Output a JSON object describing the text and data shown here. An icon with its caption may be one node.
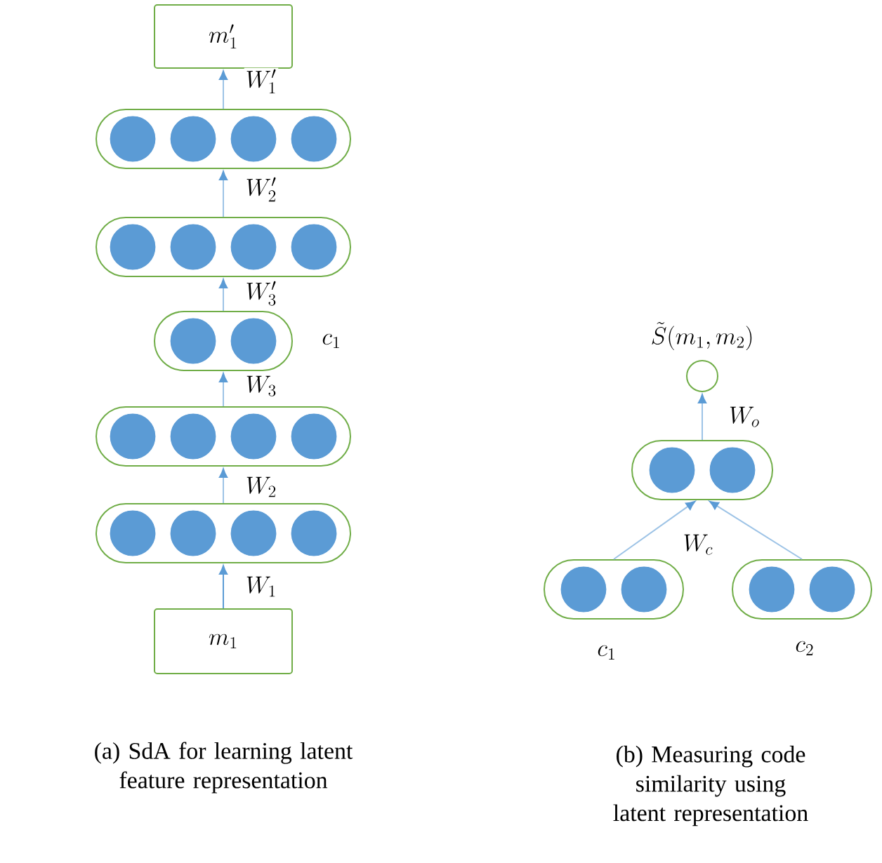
{
  "diagram": {
    "nodes": [
      {
        "text": [
          "m'_1"
        ]
      },
      {
        "text": [],
        "shape": "box"
      },
      {
        "text": [],
        "shape": "circle",
        "in": 1
      },
      {
        "text": [],
        "shape": "circle",
        "in": 1
      },
      {
        "text": [],
        "shape": "circle",
        "in": 1
      },
      {
        "text": [],
        "shape": "circle",
        "in": 1
      },
      {
        "text": [],
        "shape": "box"
      },
      {
        "text": [],
        "shape": "circle",
        "in": 6
      },
      {
        "text": [],
        "shape": "circle",
        "in": 6
      },
      {
        "text": [],
        "shape": "circle",
        "in": 6
      },
      {
        "text": [],
        "shape": "circle",
        "in": 6
      },
      {
        "text": [],
        "shape": "box",
        "beside": [
          "c_1"
        ]
      },
      {
        "text": [],
        "shape": "circle",
        "in": 11
      },
      {
        "text": [],
        "shape": "circle",
        "in": 11
      },
      {
        "text": [],
        "shape": "box"
      },
      {
        "text": [],
        "shape": "circle",
        "in": 14
      },
      {
        "text": [],
        "shape": "circle",
        "in": 14
      },
      {
        "text": [],
        "shape": "circle",
        "in": 14
      },
      {
        "text": [],
        "shape": "circle",
        "in": 14
      },
      {
        "text": [],
        "shape": "box"
      },
      {
        "text": [],
        "shape": "circle",
        "in": 19
      },
      {
        "text": [],
        "shape": "circle",
        "in": 19
      },
      {
        "text": [],
        "shape": "circle",
        "in": 19
      },
      {
        "text": [],
        "shape": "circle",
        "in": 19
      },
      {
        "text": [
          "m_1"
        ]
      },
      {
        "text": [
          "\\tilde{S}(m_1, m_2)"
        ]
      },
      {
        "text": [],
        "shape": "box"
      },
      {
        "text": [],
        "shape": "circle",
        "in": 26
      },
      {
        "text": [],
        "shape": "circle",
        "in": 26
      },
      {
        "text": [],
        "shape": "box",
        "beside": [
          "c_1"
        ]
      },
      {
        "text": [],
        "shape": "circle",
        "in": 29
      },
      {
        "text": [],
        "shape": "circle",
        "in": 29
      },
      {
        "text": [],
        "shape": "box",
        "beside": [
          "c_2"
        ]
      },
      {
        "text": [],
        "shape": "circle",
        "in": 32
      },
      {
        "text": [],
        "shape": "circle",
        "in": 32
      }
    ],
    "edges": [
      {
        "from": 24,
        "to": 19,
        "arrow": "to",
        "label": "W_1",
        "color": "#5b9bd5"
      },
      {
        "from": 19,
        "to": 14,
        "arrow": "to",
        "label": "W_2"
      },
      {
        "from": 14,
        "to": 11,
        "arrow": "to",
        "label": "W_3"
      },
      {
        "from": 11,
        "to": 6,
        "arrow": "to",
        "label": "W'_3"
      },
      {
        "from": 6,
        "to": 1,
        "arrow": "to",
        "label": "W'_2"
      },
      {
        "from": 1,
        "to": 0,
        "arrow": "to",
        "label": "W'_1"
      },
      {
        "from": 29,
        "to": 26,
        "arrow": "to",
        "label": "W_c"
      },
      {
        "from": 32,
        "to": 26,
        "arrow": "to"
      },
      {
        "from": 26,
        "to": 25,
        "arrow": "to",
        "label": "W_o"
      }
    ],
    "labels": [
      "(a) SdA for learning latent feature representation",
      "(b) Measuring code similarity using latent representation"
    ]
  }
}
